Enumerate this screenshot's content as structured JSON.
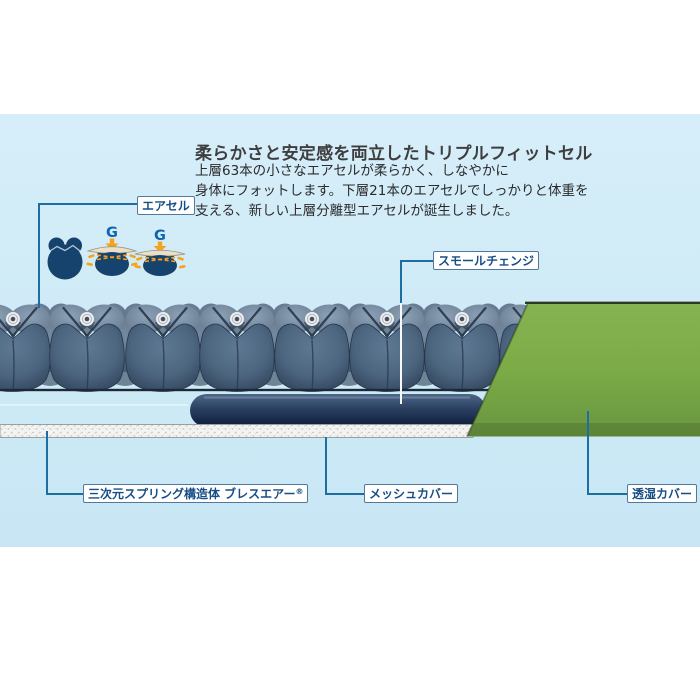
{
  "header": {
    "title": "柔らかさと安定感を両立したトリプルフィットセル",
    "description_lines": [
      "上層63本の小さなエアセルが柔らかく、しなやかに",
      "身体にフォットします。下層21本のエアセルでしっかりと体重を",
      "支える、新しい上層分離型エアセルが誕生しました。"
    ]
  },
  "callouts": {
    "air_cell": {
      "label": "エアセル"
    },
    "small_change": {
      "label": "スモールチェンジ"
    },
    "spring_structure": {
      "label": "三次元スプリング構造体 ブレスエアー",
      "registered_mark": "®"
    },
    "mesh_cover": {
      "label": "メッシュカバー"
    },
    "breathable_cover": {
      "label": "透湿カバー"
    }
  },
  "diagram": {
    "g_force_label": "G",
    "colors": {
      "panel_background": "#cdeaf6",
      "air_cell_navy": "#4d6680",
      "air_cell_shadow": "#2e4158",
      "icon_navy": "#16436e",
      "lower_tube_navy": "#22395a",
      "cover_green": "#7cad49",
      "mesh_white": "#f3f3f1",
      "leader_line_blue": "#1d6fa3",
      "arrow_orange": "#f7a218",
      "g_letter_blue": "#0d63ae",
      "label_border": "#54789b",
      "label_text": "#174e85",
      "title_gray": "#3e3e40"
    }
  }
}
